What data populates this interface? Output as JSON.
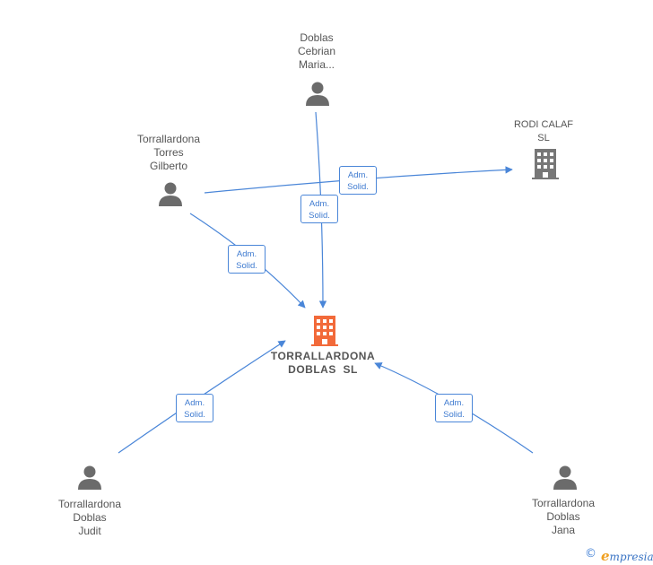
{
  "nodes": {
    "doblas_cebrian": {
      "label_lines": [
        "Doblas",
        "Cebrian",
        "Maria..."
      ],
      "type": "person"
    },
    "torrallardona_gilberto": {
      "label_lines": [
        "Torrallardona",
        "Torres",
        "Gilberto"
      ],
      "type": "person"
    },
    "rodi_calaf": {
      "label_lines": [
        "RODI CALAF",
        "SL"
      ],
      "type": "company"
    },
    "torrallardona_doblas_sl": {
      "label_lines": [
        "TORRALLARDONA",
        "DOBLAS  SL"
      ],
      "type": "company-main"
    },
    "torrallardona_judit": {
      "label_lines": [
        "Torrallardona",
        "Doblas",
        "Judit"
      ],
      "type": "person"
    },
    "torrallardona_jana": {
      "label_lines": [
        "Torrallardona",
        "Doblas",
        "Jana"
      ],
      "type": "person"
    }
  },
  "edges": [
    {
      "from": "doblas_cebrian",
      "to": "torrallardona_doblas_sl",
      "role_lines": [
        "Adm.",
        "Solid."
      ]
    },
    {
      "from": "torrallardona_gilberto",
      "to": "rodi_calaf",
      "role_lines": [
        "Adm.",
        "Solid."
      ]
    },
    {
      "from": "torrallardona_gilberto",
      "to": "torrallardona_doblas_sl",
      "role_lines": [
        "Adm.",
        "Solid."
      ]
    },
    {
      "from": "torrallardona_judit",
      "to": "torrallardona_doblas_sl",
      "role_lines": [
        "Adm.",
        "Solid."
      ]
    },
    {
      "from": "torrallardona_jana",
      "to": "torrallardona_doblas_sl",
      "role_lines": [
        "Adm.",
        "Solid."
      ]
    }
  ],
  "colors": {
    "edge": "#4a86d8",
    "person_icon": "#6b6b6b",
    "company_icon": "#777777",
    "main_company_icon": "#f26a3a"
  },
  "footer": {
    "copyright_symbol": "©",
    "brand_initial": "e",
    "brand_rest": "mpresia"
  }
}
